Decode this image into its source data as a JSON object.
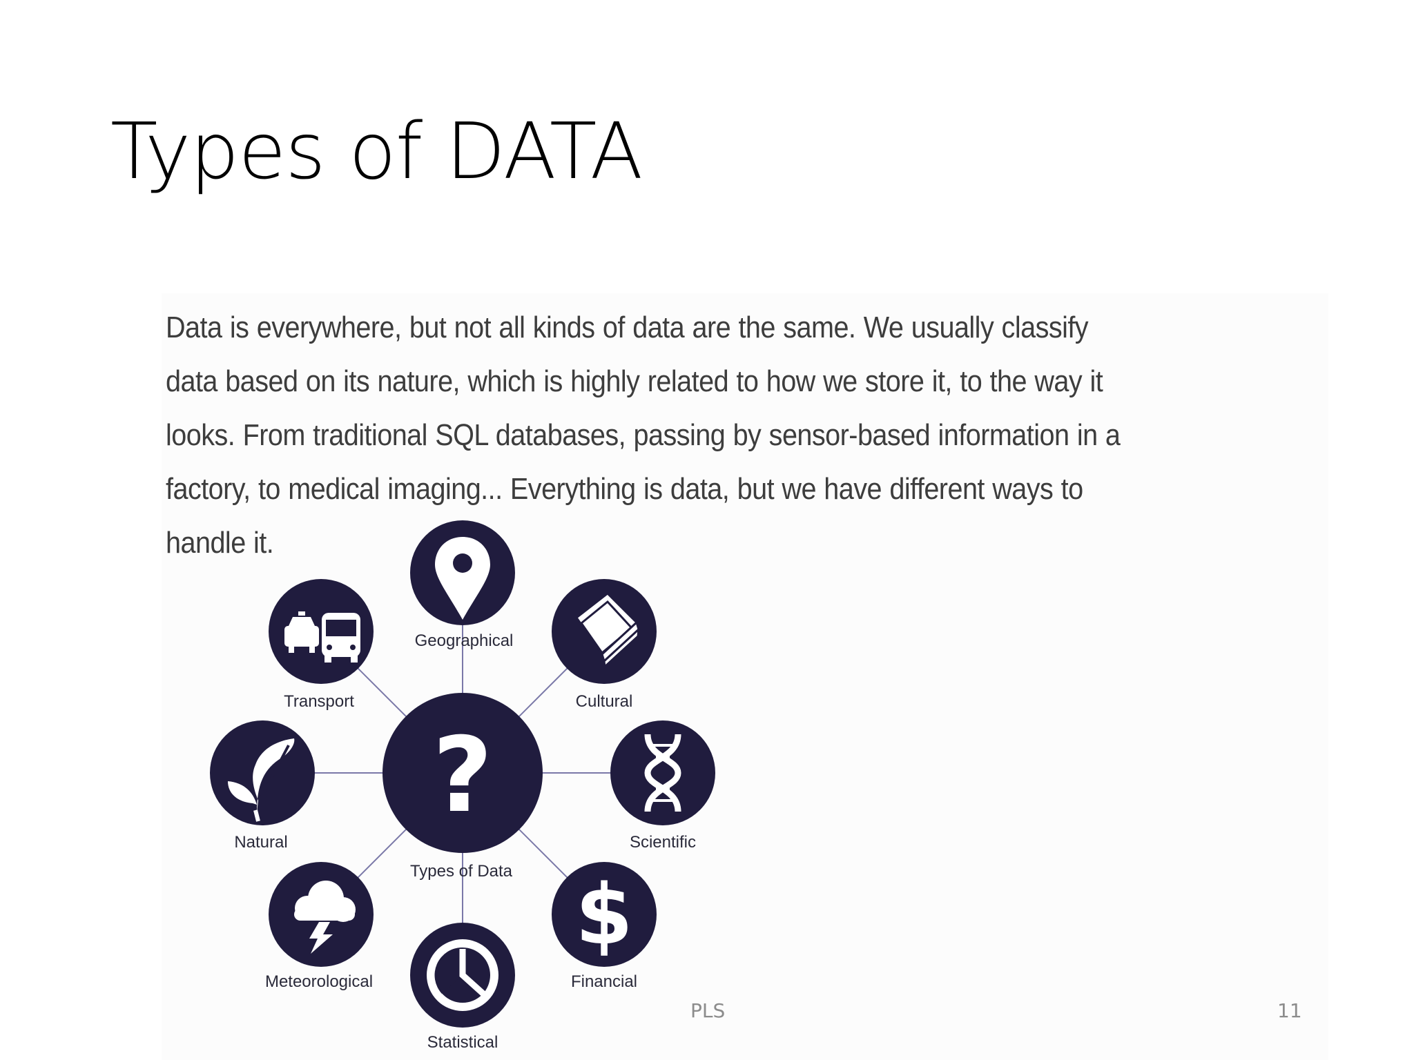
{
  "slide": {
    "title": "Types of DATA",
    "intro_text": "Data is everywhere, but not all kinds of data are the same. We usually classify data based on its nature, which is highly related to how we store it, to the way it looks. From traditional SQL databases, passing by sensor-based information in a factory, to medical imaging... Everything is data, but we have different ways to handle it.",
    "footer_center": "PLS",
    "page_number": "11"
  },
  "diagram": {
    "center_label": "Types of Data",
    "center_icon": "question-mark-icon",
    "center_glyph": "?",
    "nodes": [
      {
        "label": "Geographical",
        "icon": "map-pin-icon"
      },
      {
        "label": "Cultural",
        "icon": "book-icon"
      },
      {
        "label": "Scientific",
        "icon": "dna-icon"
      },
      {
        "label": "Financial",
        "icon": "dollar-icon",
        "glyph": "$"
      },
      {
        "label": "Statistical",
        "icon": "clock-chart-icon"
      },
      {
        "label": "Meteorological",
        "icon": "storm-cloud-icon"
      },
      {
        "label": "Natural",
        "icon": "leaf-icon"
      },
      {
        "label": "Transport",
        "icon": "car-bus-icon"
      }
    ],
    "colors": {
      "node_fill": "#201c3e",
      "connector": "#7a78a8",
      "label": "#2a2a3a"
    }
  }
}
